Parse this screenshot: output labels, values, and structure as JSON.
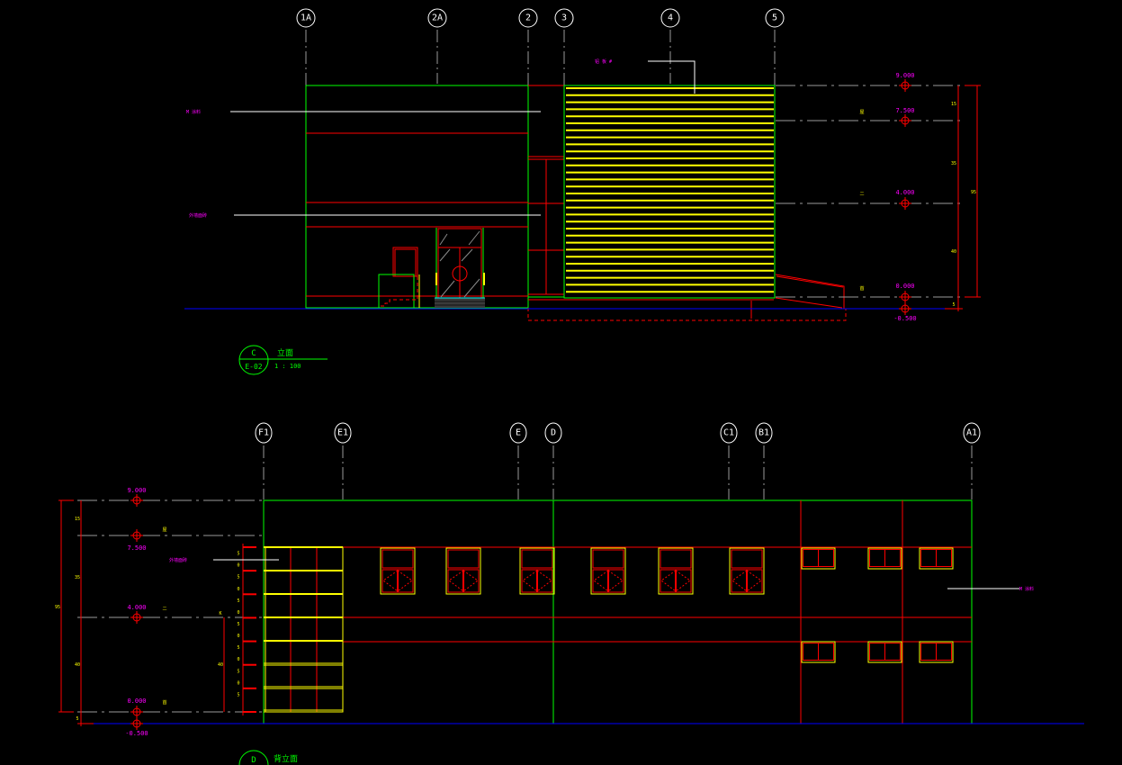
{
  "drawing": {
    "background": "#000000",
    "colors": {
      "outline": "#00ff00",
      "structure": "#ff0000",
      "cladding": "#ffff00",
      "leader": "#ffffff",
      "ground": "#0000ff",
      "annotation": "#ff00ff",
      "dimension": "#ffff00",
      "gridline": "#9a9a9a"
    }
  },
  "elevation_top": {
    "axes": [
      "1A",
      "2A",
      "2",
      "3",
      "4",
      "5"
    ],
    "levels": [
      {
        "value": "9.000",
        "floor_mark": ""
      },
      {
        "value": "7.500",
        "floor_mark": "屋"
      },
      {
        "value": "4.000",
        "floor_mark": "二"
      },
      {
        "value": "0.000",
        "floor_mark": "首"
      },
      {
        "value": "-0.500",
        "floor_mark": ""
      }
    ],
    "notes": [
      {
        "id": "cladding-note",
        "text": "铝 板 #"
      },
      {
        "id": "wall-note-1",
        "text": "M 涂料"
      },
      {
        "id": "wall-note-2",
        "text": "外墙面砖"
      }
    ],
    "dimensions": {
      "segments": [
        "15",
        "35",
        "40",
        "5"
      ],
      "total": "95"
    },
    "title": {
      "bubble_top": "C",
      "bubble_bottom": "E-02",
      "name": "立面",
      "scale": "1 : 100"
    }
  },
  "elevation_bottom": {
    "axes": [
      "F1",
      "E1",
      "E",
      "D",
      "C1",
      "B1",
      "A1"
    ],
    "levels": [
      {
        "value": "9.000",
        "floor_mark": ""
      },
      {
        "value": "7.500",
        "floor_mark": "屋"
      },
      {
        "value": "4.000",
        "floor_mark": "二"
      },
      {
        "value": "0.000",
        "floor_mark": "首"
      },
      {
        "value": "-0.500",
        "floor_mark": ""
      }
    ],
    "notes": [
      {
        "id": "wall-note-left",
        "text": "外墙面砖"
      },
      {
        "id": "wall-note-right",
        "text": "M 涂料"
      }
    ],
    "dimensions": {
      "segments": [
        "15",
        "35",
        "40",
        "5"
      ],
      "total": "95",
      "stair_marks": [
        "5",
        "0",
        "5",
        "0",
        "5",
        "0",
        "5",
        "0",
        "5",
        "0",
        "5",
        "0",
        "5"
      ],
      "stair_total": "40",
      "stair_top": "K"
    },
    "title": {
      "bubble_top": "D",
      "name": "背立面"
    }
  }
}
